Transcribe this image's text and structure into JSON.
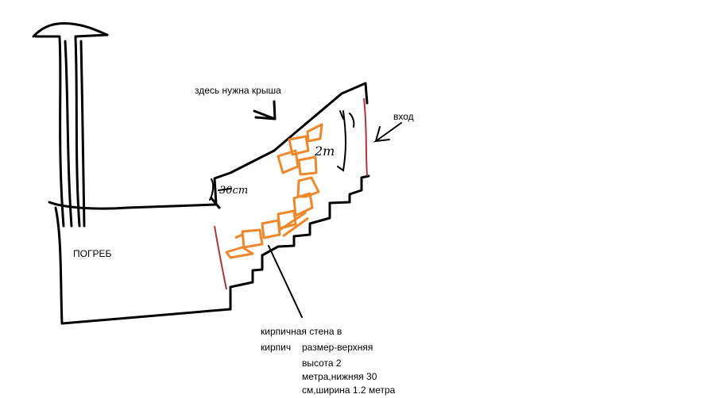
{
  "labels": {
    "roof_note": "здесь нужна крыша",
    "entrance": "вход",
    "cellar": "ПОГРЕБ",
    "wall_note_line1": "кирпичная стена в",
    "wall_note_line2a": "кирпич",
    "wall_note_line2b": "размер-верхняя",
    "wall_note_line3": "высота 2",
    "wall_note_line4": "метра,нижняя 30",
    "wall_note_line5": "см,ширина 1.2 метра"
  },
  "handwritten": {
    "top_height": "2m",
    "bottom_height": "30cm"
  },
  "colors": {
    "outline": "#000000",
    "doorway": "#b0343a",
    "bricks": "#f0872a"
  }
}
